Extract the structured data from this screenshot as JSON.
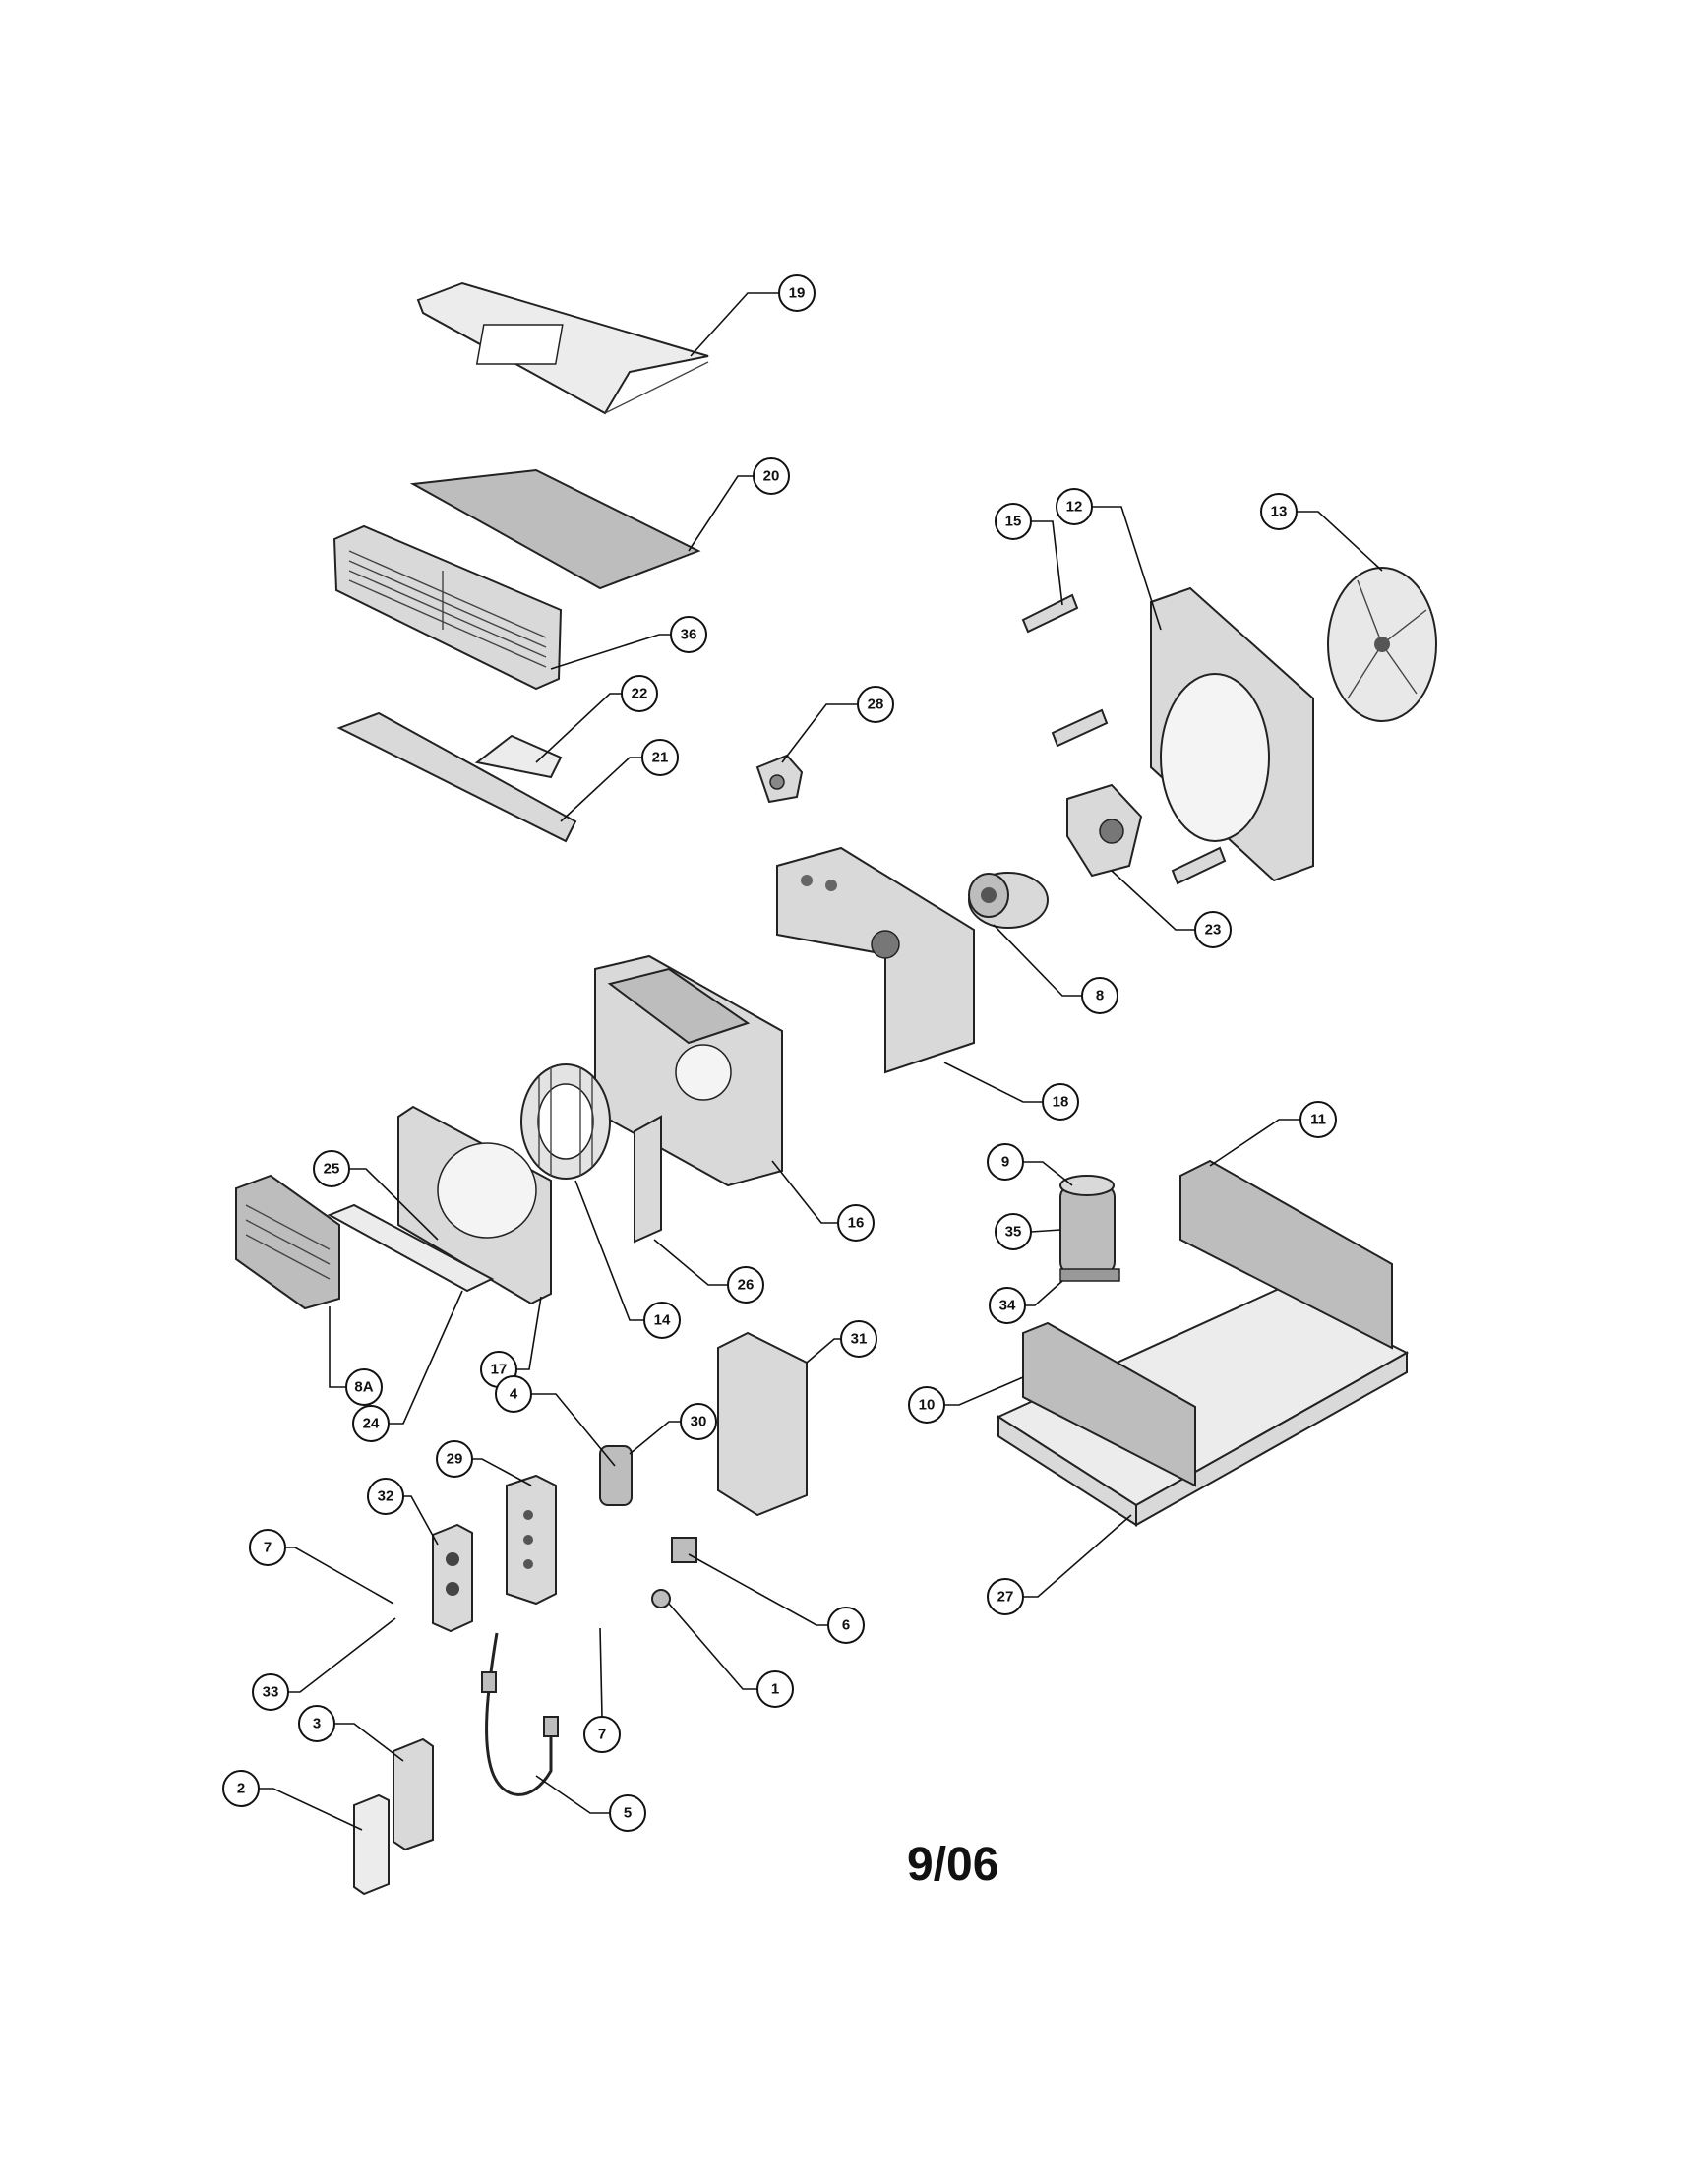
{
  "diagram": {
    "date_code": "9/06",
    "callouts": [
      {
        "id": "c19",
        "label": "19"
      },
      {
        "id": "c20",
        "label": "20"
      },
      {
        "id": "c36",
        "label": "36"
      },
      {
        "id": "c22",
        "label": "22"
      },
      {
        "id": "c21",
        "label": "21"
      },
      {
        "id": "c28",
        "label": "28"
      },
      {
        "id": "c15",
        "label": "15"
      },
      {
        "id": "c12",
        "label": "12"
      },
      {
        "id": "c13",
        "label": "13"
      },
      {
        "id": "c8",
        "label": "8"
      },
      {
        "id": "c23",
        "label": "23"
      },
      {
        "id": "c18",
        "label": "18"
      },
      {
        "id": "c16",
        "label": "16"
      },
      {
        "id": "c25",
        "label": "25"
      },
      {
        "id": "c14",
        "label": "14"
      },
      {
        "id": "c26",
        "label": "26"
      },
      {
        "id": "c17",
        "label": "17"
      },
      {
        "id": "c8a",
        "label": "8A"
      },
      {
        "id": "c24",
        "label": "24"
      },
      {
        "id": "c9",
        "label": "9"
      },
      {
        "id": "c35",
        "label": "35"
      },
      {
        "id": "c34",
        "label": "34"
      },
      {
        "id": "c11",
        "label": "11"
      },
      {
        "id": "c10",
        "label": "10"
      },
      {
        "id": "c27",
        "label": "27"
      },
      {
        "id": "c31",
        "label": "31"
      },
      {
        "id": "c30",
        "label": "30"
      },
      {
        "id": "c4",
        "label": "4"
      },
      {
        "id": "c29",
        "label": "29"
      },
      {
        "id": "c32",
        "label": "32"
      },
      {
        "id": "c7a",
        "label": "7"
      },
      {
        "id": "c33",
        "label": "33"
      },
      {
        "id": "c6",
        "label": "6"
      },
      {
        "id": "c1",
        "label": "1"
      },
      {
        "id": "c7b",
        "label": "7"
      },
      {
        "id": "c5",
        "label": "5"
      },
      {
        "id": "c3",
        "label": "3"
      },
      {
        "id": "c2",
        "label": "2"
      }
    ]
  }
}
